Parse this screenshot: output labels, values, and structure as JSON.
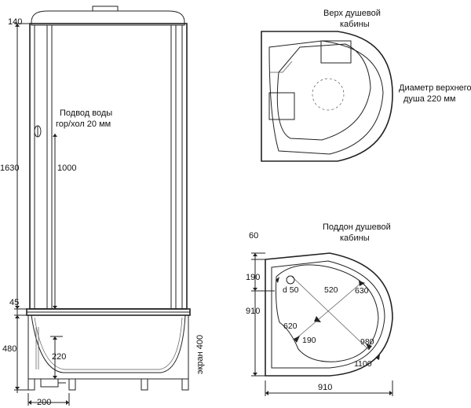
{
  "left_view": {
    "dim_top": "140",
    "dim_height_total": "1630",
    "dim_gap": "45",
    "dim_base": "480",
    "dim_width": "200",
    "dim_water_height": "1000",
    "dim_screen_height": "220",
    "water_supply_label_line1": "Подвод воды",
    "water_supply_label_line2": "гор/хол 20 мм",
    "screen_label": "экран 400"
  },
  "top_view": {
    "title_line1": "Верх душевой",
    "title_line2": "кабины",
    "diameter_line1": "Диаметр верхнего",
    "diameter_line2": "душа 220 мм"
  },
  "tray_view": {
    "title_line1": "Поддон душевой",
    "title_line2": "кабины",
    "dim_60": "60",
    "dim_190_left": "190",
    "dim_910_left": "910",
    "dim_d50": "d 50",
    "dim_520": "520",
    "dim_630": "630",
    "dim_620": "620",
    "dim_190_inner": "190",
    "dim_980": "980",
    "dim_1100": "1100",
    "dim_910_bottom": "910"
  }
}
